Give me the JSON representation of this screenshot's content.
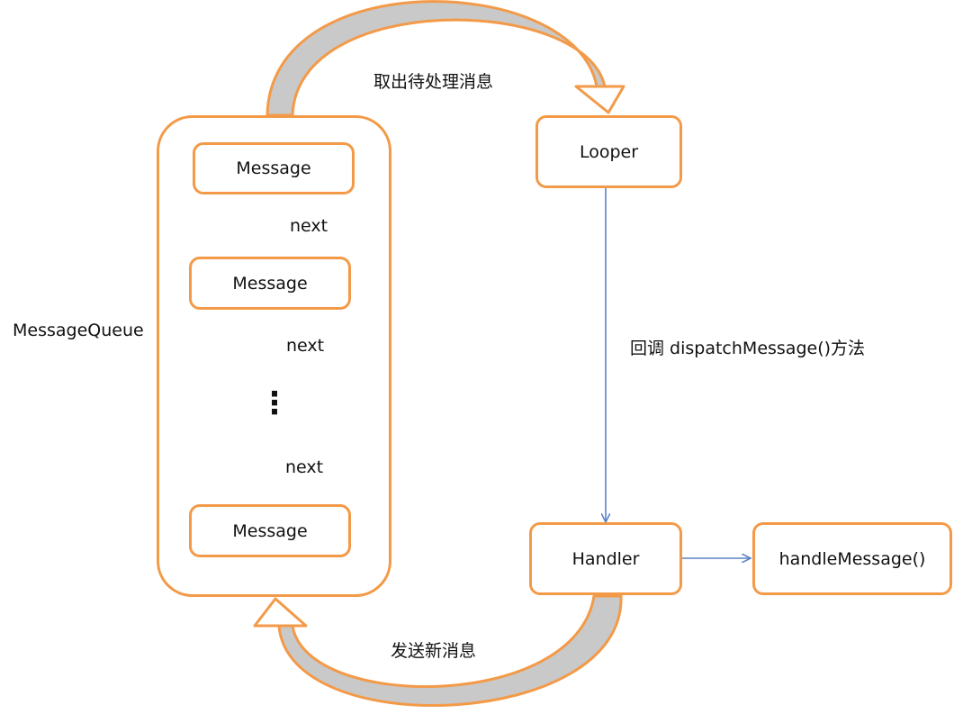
{
  "queue": {
    "label": "MessageQueue",
    "messages": [
      "Message",
      "Message",
      "Message"
    ],
    "next_labels": [
      "next",
      "next",
      "next"
    ],
    "ellipsis": "⋮"
  },
  "looper": {
    "label": "Looper"
  },
  "handler": {
    "label": "Handler"
  },
  "handle_message": {
    "label": "handleMessage()"
  },
  "edges": {
    "take_message": "取出待处理消息",
    "callback": "回调 dispatchMessage()方法",
    "send_message": "发送新消息"
  },
  "colors": {
    "box_border": "#f39a48",
    "connector": "#5b84c4",
    "curved_arrow_shade": "#c9c9c9"
  }
}
